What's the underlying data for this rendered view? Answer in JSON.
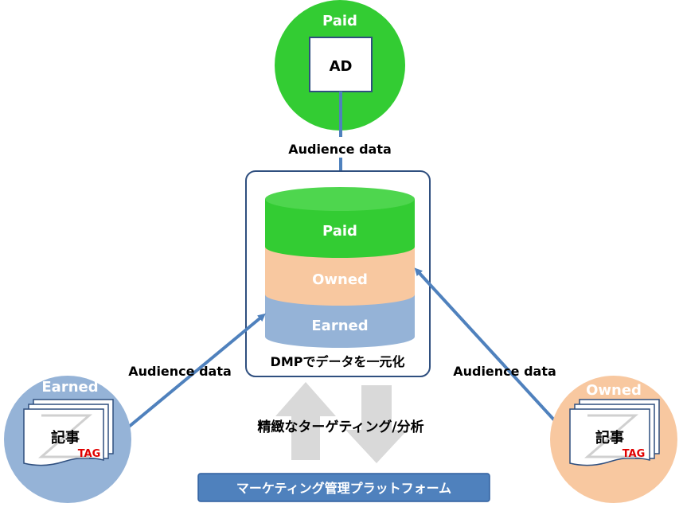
{
  "paid_node": {
    "label": "Paid",
    "ad_label": "AD"
  },
  "earned_node": {
    "label": "Earned",
    "article_label": "記事",
    "tag_label": "TAG"
  },
  "owned_node": {
    "label": "Owned",
    "article_label": "記事",
    "tag_label": "TAG"
  },
  "flows": {
    "top": "Audience data",
    "left": "Audience data",
    "right": "Audience data"
  },
  "dmp": {
    "layers": [
      "Paid",
      "Owned",
      "Earned"
    ],
    "caption": "DMPでデータを一元化"
  },
  "targeting_label": "精緻なターゲティング/分析",
  "platform_label": "マーケティング管理プラットフォーム",
  "colors": {
    "paid": "#33cc33",
    "owned": "#f8c8a0",
    "earned": "#95b3d7",
    "accent": "#4f81bd",
    "platform": "#4f81bd",
    "tag": "#e00000"
  }
}
